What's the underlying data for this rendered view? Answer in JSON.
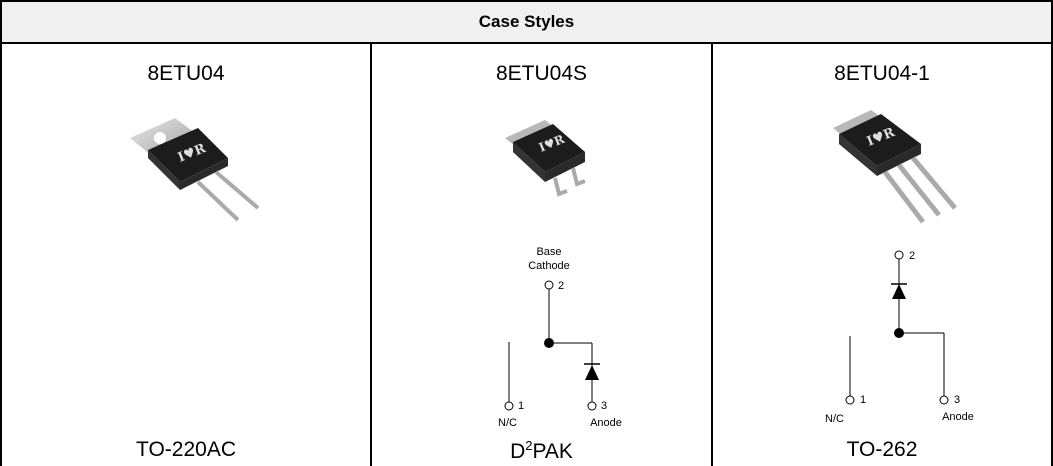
{
  "table": {
    "title": "Case Styles",
    "columns": [
      {
        "part_number": "8ETU04",
        "package": "TO-220AC",
        "image": "to-220ac-package-photo"
      },
      {
        "part_number": "8ETU04S",
        "package_prefix": "D",
        "package_sup": "2",
        "package_suffix": "PAK",
        "image": "d2pak-package-photo",
        "schematic": {
          "base_label": "Base",
          "cathode_label": "Cathode",
          "pin_cathode": "2",
          "pin_nc": "1",
          "pin_anode": "3",
          "nc_label": "N/C",
          "anode_label": "Anode"
        }
      },
      {
        "part_number": "8ETU04-1",
        "package": "TO-262",
        "image": "to-262-package-photo",
        "schematic": {
          "pin_cathode": "2",
          "pin_nc": "1",
          "pin_anode": "3",
          "nc_label": "N/C",
          "anode_label": "Anode"
        }
      }
    ]
  },
  "colors": {
    "header_bg": "#f0f0f0",
    "border": "#000000",
    "package_metal": "#b8b8b8",
    "package_body": "#1c1c1c"
  }
}
